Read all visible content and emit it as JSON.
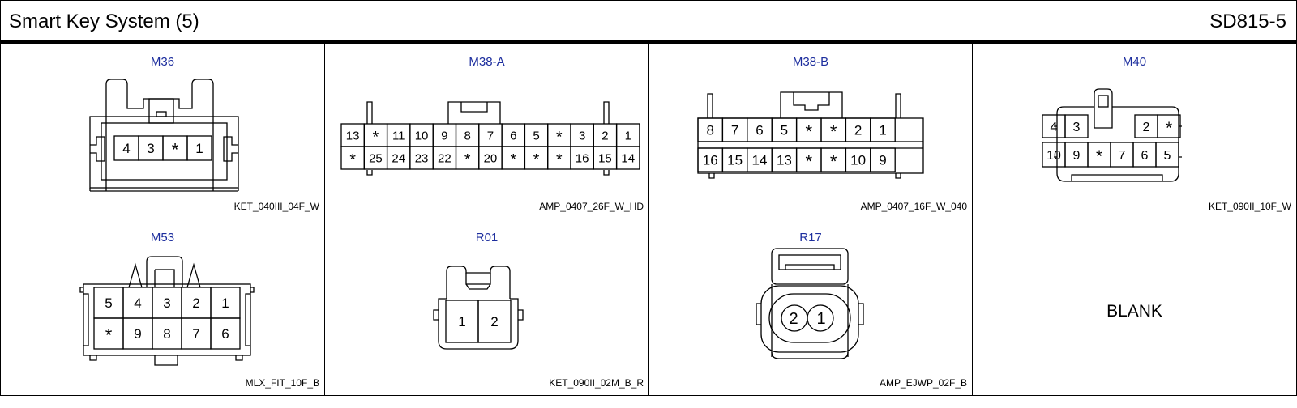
{
  "page": {
    "title": "Smart Key System (5)",
    "code": "SD815-5"
  },
  "connectors": [
    {
      "id": "M36",
      "part": "KET_040III_04F_W",
      "rows": [
        [
          "4",
          "3",
          "*",
          "1"
        ]
      ]
    },
    {
      "id": "M38-A",
      "part": "AMP_0407_26F_W_HD",
      "rows": [
        [
          "13",
          "*",
          "11",
          "10",
          "9",
          "8",
          "7",
          "6",
          "5",
          "*",
          "3",
          "2",
          "1"
        ],
        [
          "*",
          "25",
          "24",
          "23",
          "22",
          "*",
          "20",
          "*",
          "*",
          "*",
          "16",
          "15",
          "14"
        ]
      ]
    },
    {
      "id": "M38-B",
      "part": "AMP_0407_16F_W_040",
      "rows": [
        [
          "8",
          "7",
          "6",
          "5",
          "*",
          "*",
          "2",
          "1"
        ],
        [
          "16",
          "15",
          "14",
          "13",
          "*",
          "*",
          "10",
          "9"
        ]
      ]
    },
    {
      "id": "M40",
      "part": "KET_090II_10F_W",
      "rows": [
        [
          "4",
          "3",
          "2",
          "*"
        ],
        [
          "10",
          "9",
          "*",
          "7",
          "6",
          "5"
        ]
      ]
    },
    {
      "id": "M53",
      "part": "MLX_FIT_10F_B",
      "rows": [
        [
          "5",
          "4",
          "3",
          "2",
          "1"
        ],
        [
          "*",
          "9",
          "8",
          "7",
          "6"
        ]
      ]
    },
    {
      "id": "R01",
      "part": "KET_090II_02M_B_R",
      "rows": [
        [
          "1",
          "2"
        ]
      ]
    },
    {
      "id": "R17",
      "part": "AMP_EJWP_02F_B",
      "rows": [
        [
          "2",
          "1"
        ]
      ]
    },
    {
      "id": "",
      "part": "",
      "blank_label": "BLANK"
    }
  ]
}
